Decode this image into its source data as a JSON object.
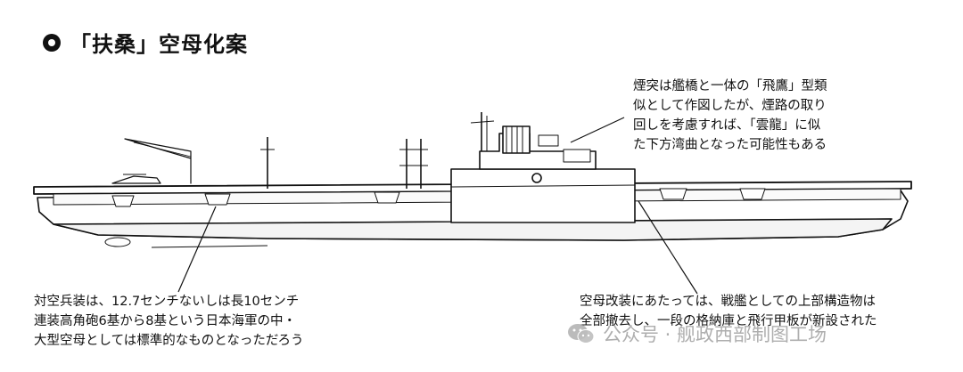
{
  "title": "「扶桑」空母化案",
  "notes": {
    "funnel": [
      "煙突は艦橋と一体の「飛鷹」型類",
      "似として作図したが、煙路の取り",
      "回しを考慮すれば、「雲龍」に似",
      "た下方湾曲となった可能性もある"
    ],
    "anti_air": [
      "対空兵装は、12.7センチないしは長10センチ",
      "連装高角砲6基から8基という日本海軍の中・",
      "大型空母としては標準的なものとなっただろう"
    ],
    "conversion": [
      "空母改装にあたっては、戦艦としての上部構造物は",
      "全部撤去し、一段の格納庫と飛行甲板が新設された"
    ]
  },
  "watermark": "公众号 · 舰政西部制图工场",
  "icons": {
    "bullet": "filled-circle-bullet-icon",
    "watermark": "wechat-logo-icon"
  },
  "colors": {
    "line": "#111111",
    "watermark": "#a0a0a0"
  }
}
